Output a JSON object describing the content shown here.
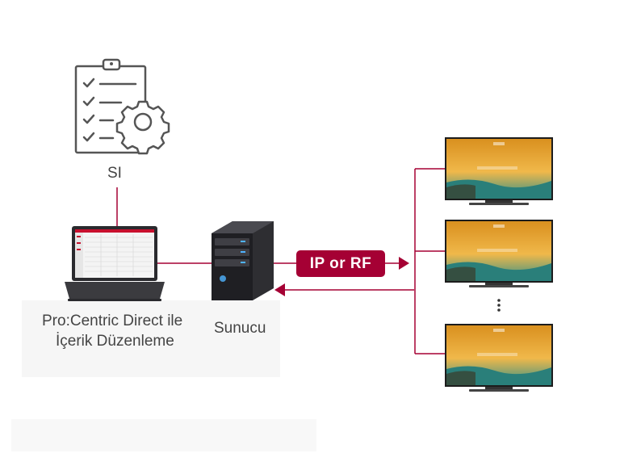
{
  "colors": {
    "accent": "#a50034",
    "text": "#444444",
    "icon": "#555555"
  },
  "nodes": {
    "si": {
      "label": "SI",
      "icon": "checklist-gear-icon"
    },
    "laptop": {
      "label_line1": "Pro:Centric Direct ile",
      "label_line2": "İçerik Düzenleme",
      "icon": "laptop-icon"
    },
    "server": {
      "label": "Sunucu",
      "icon": "server-tower-icon"
    }
  },
  "connection": {
    "label": "IP or RF"
  },
  "displays": {
    "icon": "tv-icon",
    "ellipsis": "⋮"
  }
}
